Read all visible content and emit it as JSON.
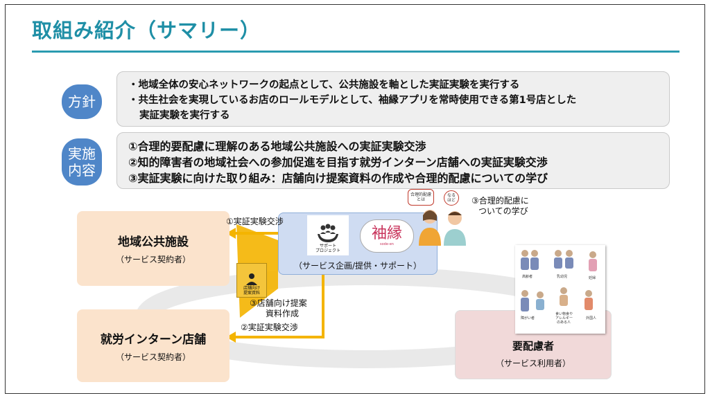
{
  "title": "取組み紹介（サマリー）",
  "policy": {
    "label": "方針",
    "lines": [
      "・地域全体の安心ネットワークの起点として、公共施設を軸とした実証実験を実行する",
      "・共生社会を実現しているお店のロールモデルとして、袖縁アプリを常時使用できる第1号店とした",
      "実証実験を実行する"
    ]
  },
  "implementation": {
    "label_line1": "実施",
    "label_line2": "内容",
    "items": [
      "①合理的要配慮に理解のある地域公共施設への実証実験交渉",
      "②知的障害者の地域社会への参加促進を目指す就労インターン店舗への実証実験交渉",
      "③実証実験に向けた取り組み：店舗向け提案資料の作成や合理的配慮についての学び"
    ]
  },
  "diagram": {
    "local_facility": {
      "name": "地域公共施設",
      "sub": "（サービス契約者）"
    },
    "intern_store": {
      "name": "就労インターン店舗",
      "sub": "（サービス契約者）"
    },
    "need_person": {
      "name": "要配慮者",
      "sub": "（サービス利用者）"
    },
    "center": {
      "label": "（サービス企画/提供・サポート）",
      "support_logo_line1": "サポート",
      "support_logo_line2": "プロジェクト",
      "kizuna_logo": "袖縁",
      "kizuna_logo_sub": "sode-en"
    },
    "arrow1_label": "①実証実験交渉",
    "arrow2_label": "②実証実験交渉",
    "arrow3_label_line1": "③店舗向け提案",
    "arrow3_label_line2": "資料作成",
    "doc_line1": "店舗向け",
    "doc_line2": "提案資料",
    "learning_line1": "③合理的配慮に",
    "learning_line2": "ついての学び",
    "bubble1_line1": "合理的配慮",
    "bubble1_line2": "とは",
    "bubble2_line1": "なる",
    "bubble2_line2": "ほど",
    "illustration_captions": [
      "高齢者",
      "乳幼児",
      "妊婦",
      "障がい者",
      "食い物食や",
      "アレルギー",
      "のある人",
      "外国人"
    ]
  },
  "colors": {
    "title": "#1f8fa6",
    "pill": "#4f86c8",
    "arrow": "#f4b400",
    "center_box": "#cfdcf2",
    "contractor_box": "#fbe3cc",
    "user_box": "#f1d9d9"
  }
}
